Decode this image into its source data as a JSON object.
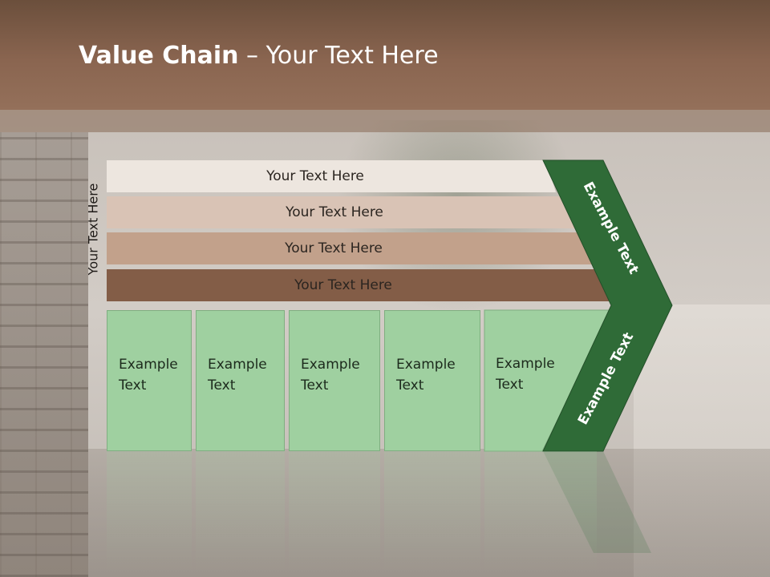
{
  "slide": {
    "title_bold": "Value Chain",
    "title_rest": " – Your Text Here",
    "vertical_label": "Your Text Here"
  },
  "rows": [
    {
      "label": "Your Text Here"
    },
    {
      "label": "Your Text Here"
    },
    {
      "label": "Your Text Here"
    },
    {
      "label": "Your Text Here"
    }
  ],
  "cells": [
    {
      "label": "Example\nText"
    },
    {
      "label": "Example\nText"
    },
    {
      "label": "Example\nText"
    },
    {
      "label": "Example\nText"
    },
    {
      "label": "Example\nText"
    }
  ],
  "chevron": {
    "upper_label": "Example Text",
    "lower_label": "Example Text"
  },
  "colors": {
    "title_bar": "#8a6550",
    "chevron_green": "#2f6b37",
    "cell_green": "#9fd0a0",
    "row1": "#ede6df",
    "row2": "#d9c3b5",
    "row3": "#c2a18b",
    "row4": "#835d47"
  }
}
